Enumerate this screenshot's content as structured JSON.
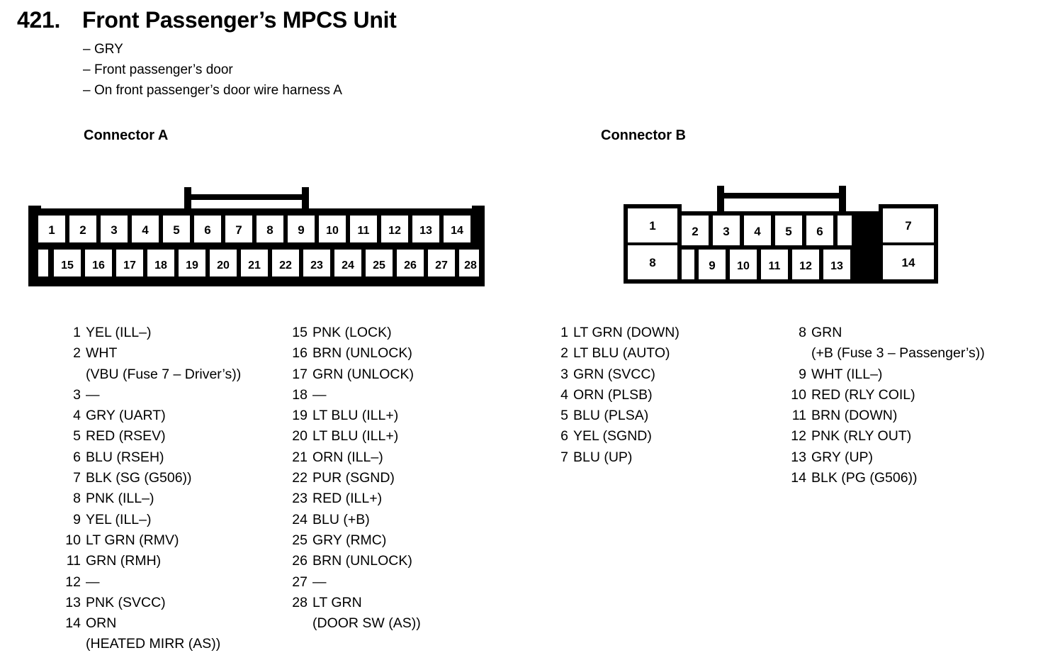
{
  "header": {
    "number": "421.",
    "title": "Front Passenger’s MPCS Unit",
    "bullets": [
      "GRY",
      "Front passenger’s door",
      "On front passenger’s door wire harness A"
    ]
  },
  "connector_a": {
    "heading": "Connector A",
    "diagram": {
      "top_row": [
        "1",
        "2",
        "3",
        "4",
        "5",
        "6",
        "7",
        "8",
        "9",
        "10",
        "11",
        "12",
        "13",
        "14"
      ],
      "bottom_row": [
        "15",
        "16",
        "17",
        "18",
        "19",
        "20",
        "21",
        "22",
        "23",
        "24",
        "25",
        "26",
        "27",
        "28"
      ]
    },
    "pins_column_1": [
      {
        "no": "1",
        "value": "YEL (ILL–)"
      },
      {
        "no": "2",
        "value": "WHT",
        "cont": "(VBU (Fuse 7 – Driver’s))"
      },
      {
        "no": "3",
        "value": "—"
      },
      {
        "no": "4",
        "value": "GRY (UART)"
      },
      {
        "no": "5",
        "value": "RED (RSEV)"
      },
      {
        "no": "6",
        "value": "BLU (RSEH)"
      },
      {
        "no": "7",
        "value": "BLK (SG (G506))"
      },
      {
        "no": "8",
        "value": "PNK (ILL–)"
      },
      {
        "no": "9",
        "value": "YEL (ILL–)"
      },
      {
        "no": "10",
        "value": "LT GRN (RMV)"
      },
      {
        "no": "11",
        "value": "GRN (RMH)"
      },
      {
        "no": "12",
        "value": "—"
      },
      {
        "no": "13",
        "value": "PNK (SVCC)"
      },
      {
        "no": "14",
        "value": "ORN",
        "cont": "(HEATED MIRR (AS))"
      }
    ],
    "pins_column_2": [
      {
        "no": "15",
        "value": "PNK (LOCK)"
      },
      {
        "no": "16",
        "value": "BRN (UNLOCK)"
      },
      {
        "no": "17",
        "value": "GRN (UNLOCK)"
      },
      {
        "no": "18",
        "value": "—"
      },
      {
        "no": "19",
        "value": "LT BLU (ILL+)"
      },
      {
        "no": "20",
        "value": "LT BLU (ILL+)"
      },
      {
        "no": "21",
        "value": "ORN (ILL–)"
      },
      {
        "no": "22",
        "value": "PUR (SGND)"
      },
      {
        "no": "23",
        "value": "RED (ILL+)"
      },
      {
        "no": "24",
        "value": "BLU (+B)"
      },
      {
        "no": "25",
        "value": "GRY (RMC)"
      },
      {
        "no": "26",
        "value": "BRN (UNLOCK)"
      },
      {
        "no": "27",
        "value": "—"
      },
      {
        "no": "28",
        "value": "LT GRN",
        "cont": "(DOOR SW (AS))"
      }
    ]
  },
  "connector_b": {
    "heading": "Connector B",
    "diagram": {
      "top_row": [
        "1",
        "2",
        "3",
        "4",
        "5",
        "6",
        "7"
      ],
      "bottom_row": [
        "8",
        "9",
        "10",
        "11",
        "12",
        "13",
        "14"
      ]
    },
    "pins_column_1": [
      {
        "no": "1",
        "value": "LT GRN (DOWN)"
      },
      {
        "no": "2",
        "value": "LT BLU (AUTO)"
      },
      {
        "no": "3",
        "value": "GRN (SVCC)"
      },
      {
        "no": "4",
        "value": "ORN (PLSB)"
      },
      {
        "no": "5",
        "value": "BLU (PLSA)"
      },
      {
        "no": "6",
        "value": "YEL (SGND)"
      },
      {
        "no": "7",
        "value": "BLU (UP)"
      }
    ],
    "pins_column_2": [
      {
        "no": "8",
        "value": "GRN",
        "cont": "(+B (Fuse 3 – Passenger’s))"
      },
      {
        "no": "9",
        "value": "WHT (ILL–)"
      },
      {
        "no": "10",
        "value": "RED (RLY COIL)"
      },
      {
        "no": "11",
        "value": "BRN (DOWN)"
      },
      {
        "no": "12",
        "value": "PNK (RLY OUT)"
      },
      {
        "no": "13",
        "value": "GRY (UP)"
      },
      {
        "no": "14",
        "value": "BLK (PG (G506))"
      }
    ]
  },
  "colors": {
    "ink": "#000000",
    "paper": "#ffffff"
  }
}
